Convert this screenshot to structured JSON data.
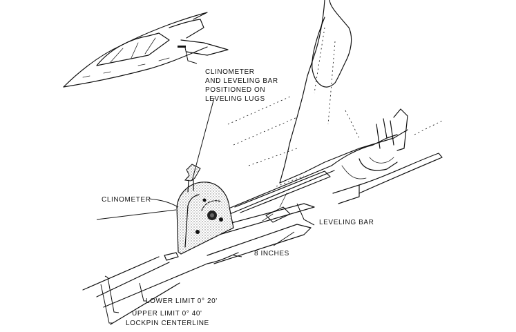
{
  "figure": {
    "subject": "Clinometer and leveling bar on aircraft leveling lugs",
    "labels": {
      "position_note": [
        "CLINOMETER",
        "AND LEVELING BAR",
        "POSITIONED ON",
        "LEVELING LUGS"
      ],
      "clinometer": "CLINOMETER",
      "leveling_bar": "LEVELING  BAR",
      "distance": "8 INCHES",
      "lower_limit": "LOWER LIMIT 0° 20'",
      "upper_limit": "UPPER LIMIT 0° 40'",
      "lockpin": "LOCKPIN CENTERLINE"
    },
    "colors": {
      "ink": "#111111",
      "paper": "#ffffff",
      "stipple": "#9a9a9a"
    }
  }
}
